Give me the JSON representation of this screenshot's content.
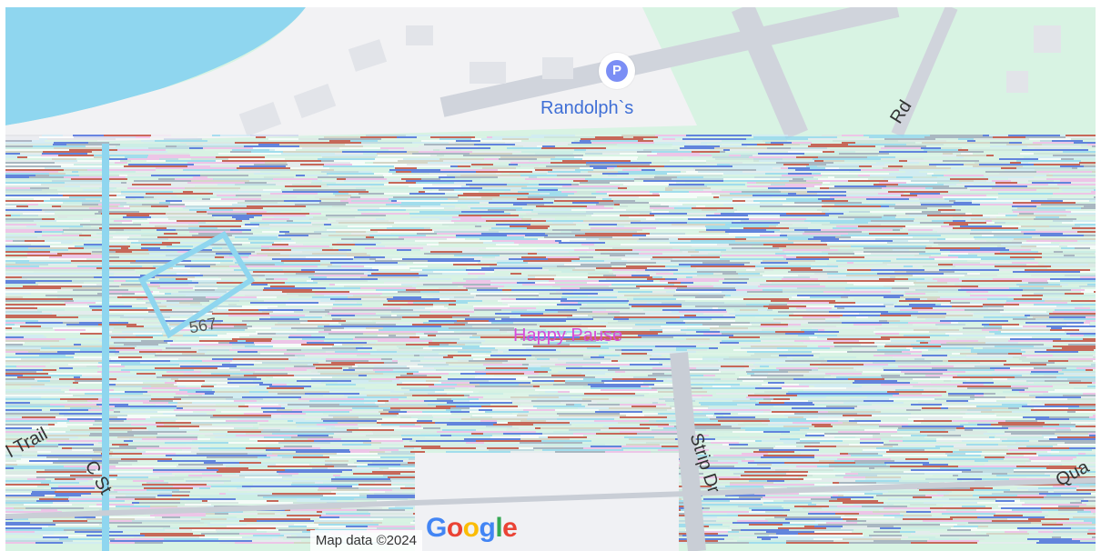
{
  "map": {
    "labels": {
      "randolphs": "Randolph`s",
      "happy_pause": "Happy Pause",
      "route_567": "567",
      "rd": "Rd",
      "trail": "l Trail",
      "st": "C St",
      "dr": "Strip Dr",
      "qua": "Qua"
    },
    "poi_icon": "P",
    "attribution": "Map data ©2024",
    "google_logo": [
      "G",
      "o",
      "o",
      "g",
      "l",
      "e"
    ]
  },
  "colors": {
    "water": "#8fd6ef",
    "land": "#d8f3e3",
    "park": "#cdeedd",
    "road": "#c9ced6",
    "building": "#e3e5ea",
    "parking_pin": "#7b8ef5",
    "poi_label": "#3f6fd6",
    "shopping_label": "#d84bd9"
  }
}
